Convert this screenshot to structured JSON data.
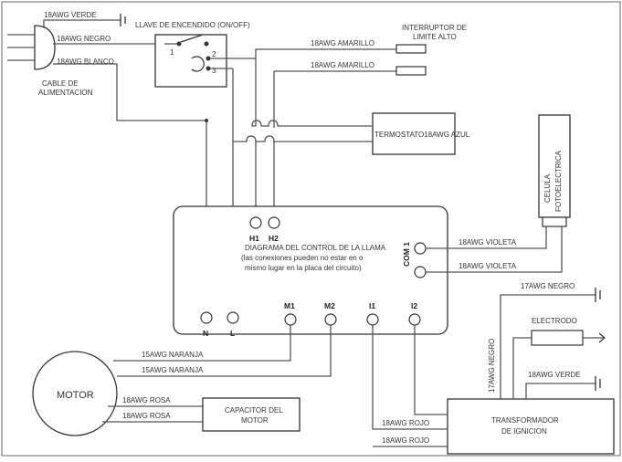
{
  "diagram": {
    "power_cord": {
      "wire_green": "18AWG VERDE",
      "wire_black": "18AWG NEGRO",
      "wire_white": "18AWG BLANCO",
      "label_line1": "CABLE DE",
      "label_line2": "ALIMENTACION"
    },
    "switch": {
      "title": "LLAVE DE ENCENDIDO (ON/OFF)",
      "terminal_1": "1",
      "terminal_2": "2",
      "terminal_3": "3"
    },
    "limit_switch": {
      "label_line1": "INTERRUPTOR DE",
      "label_line2": "LIMITE ALTO",
      "wire_1": "18AWG AMARILLO",
      "wire_2": "18AWG AMARILLO"
    },
    "thermostat": {
      "label": "TERMOSTATO18AWG AZUL"
    },
    "photocell": {
      "label_line1": "CELULA",
      "label_line2": "FOTOELECTRICA",
      "wire_1": "18AWG VIOLETA",
      "wire_2": "18AWG VIOLETA"
    },
    "control": {
      "label_line1": "DIAGRAMA DEL CONTROL DE LA LLAMA",
      "label_line2": "(las conexiones pueden no estar en o",
      "label_line3": "mismo lugar en la placa del circuito)",
      "terminals": {
        "h1": "H1",
        "h2": "H2",
        "com1": "COM 1",
        "n": "N",
        "l": "L",
        "m1": "M1",
        "m2": "M2",
        "i1": "I1",
        "i2": "I2"
      }
    },
    "motor": {
      "label": "MOTOR",
      "wire_orange_1": "15AWG NARANJA",
      "wire_orange_2": "15AWG NARANJA",
      "wire_pink_1": "18AWG ROSA",
      "wire_pink_2": "18AWG ROSA"
    },
    "capacitor": {
      "label_line1": "CAPACITOR DEL",
      "label_line2": "MOTOR"
    },
    "electrode": {
      "label": "ELECTRODO",
      "wire_black_top": "17AWG NEGRO",
      "wire_black_vertical": "17AWG NEGRO"
    },
    "transformer": {
      "label_line1": "TRANSFORMADOR",
      "label_line2": "DE IGNICION",
      "wire_green": "18AWG VERDE",
      "wire_red_1": "18AWG ROJO",
      "wire_red_2": "18AWG ROJO"
    }
  }
}
